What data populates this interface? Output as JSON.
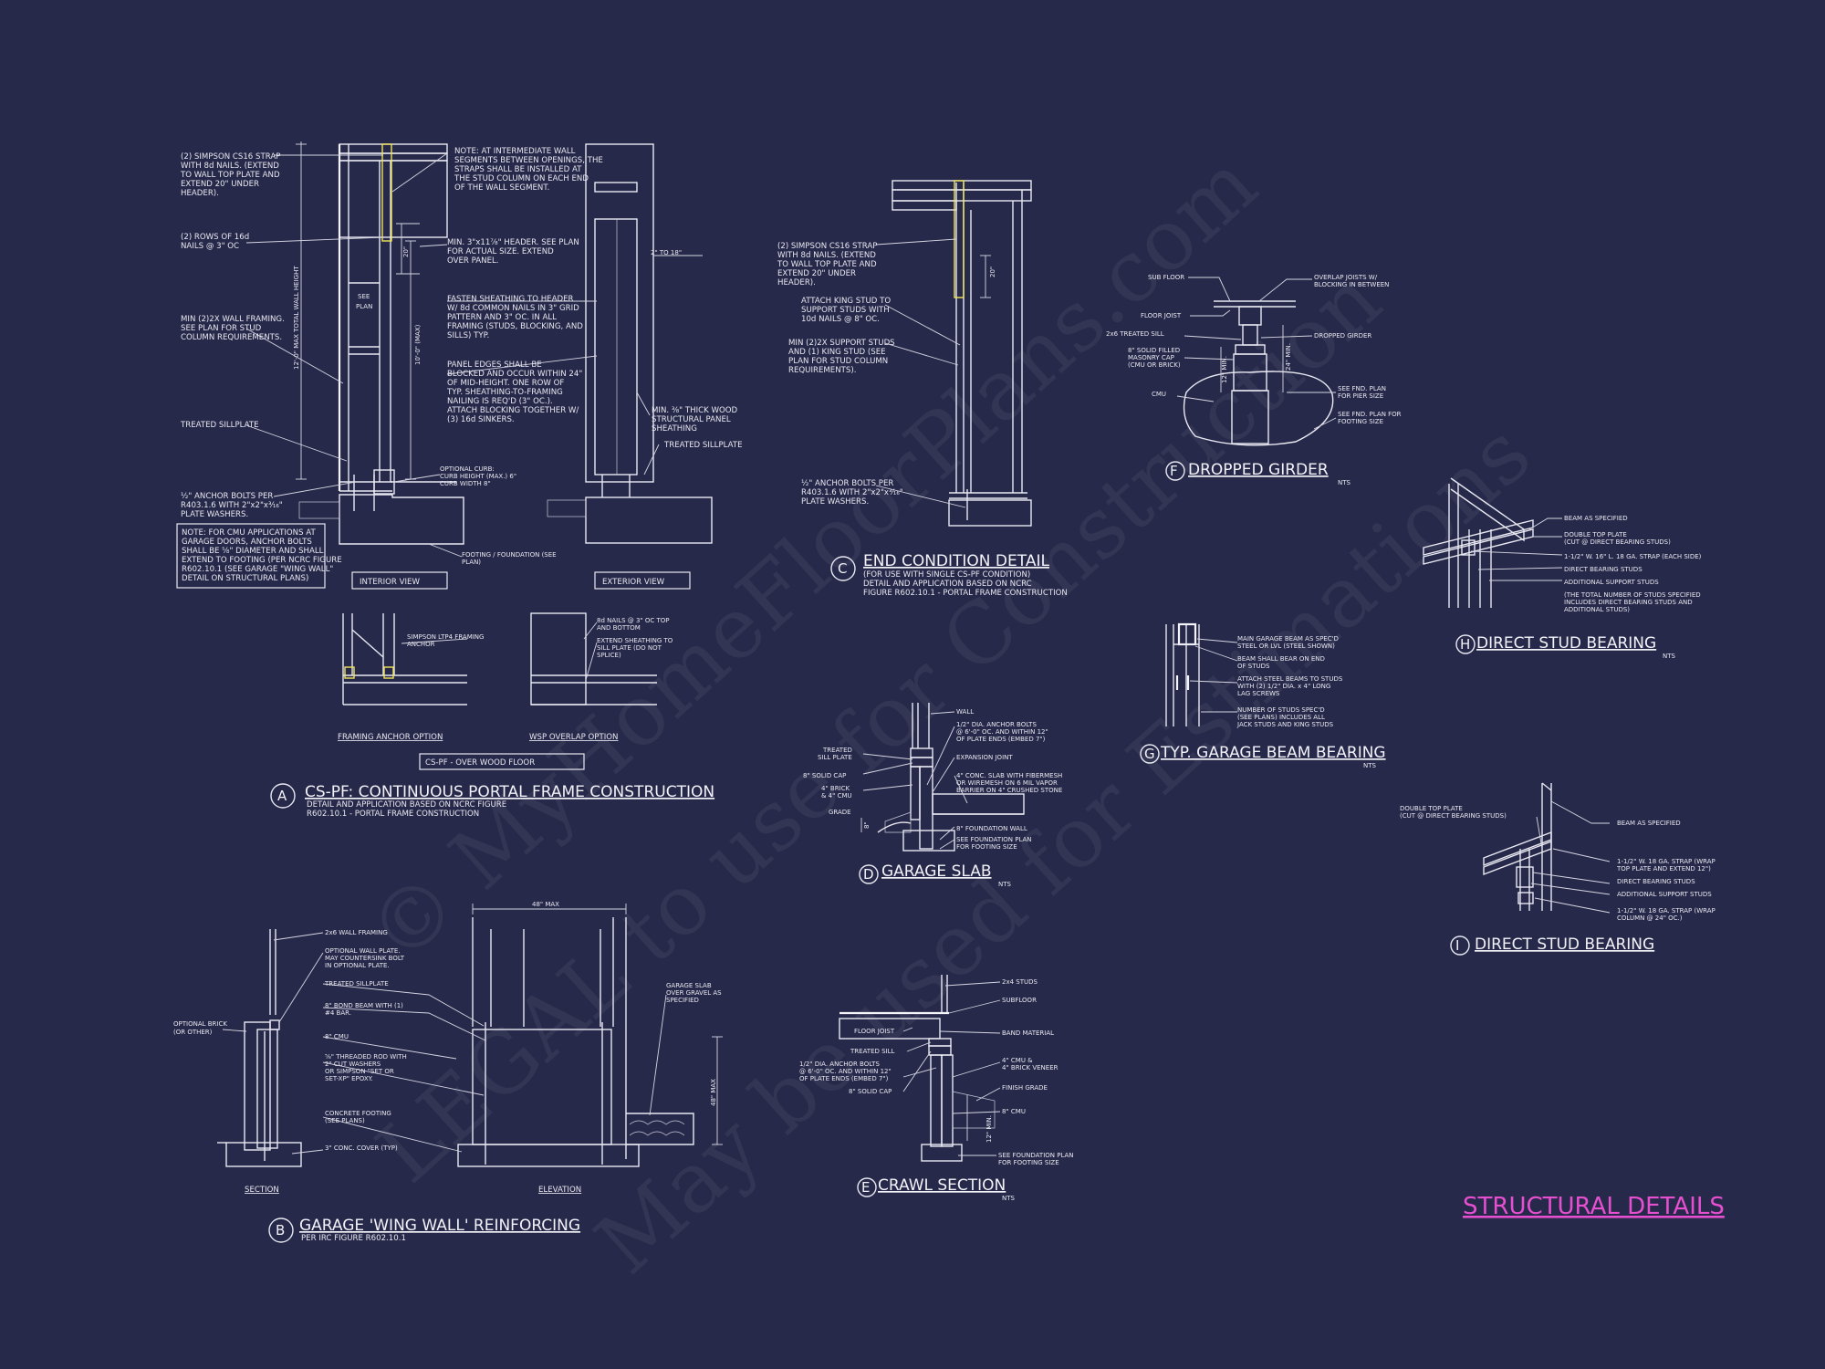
{
  "watermark": {
    "line1": "© MyHomeFloorPlans.com",
    "line2": "LEGAL to use for Construction",
    "line3": "May be used for Estimations"
  },
  "sheet_title": "STRUCTURAL DETAILS",
  "colors": {
    "background": "#27294a",
    "linework": "#e9e9f2",
    "highlight": "#f0e45a",
    "sheet_title": "#e64fd0"
  },
  "detail_a": {
    "letter": "A",
    "title": "CS-PF: CONTINUOUS PORTAL FRAME CONSTRUCTION",
    "sub1": "DETAIL AND APPLICATION BASED ON NCRC FIGURE",
    "sub2": "R602.10.1 - PORTAL FRAME CONSTRUCTION",
    "box_label": "CS-PF - OVER WOOD FLOOR",
    "interior_view": "INTERIOR VIEW",
    "exterior_view": "EXTERIOR VIEW",
    "framing_anchor_option": "FRAMING ANCHOR OPTION",
    "wsp_overlap_option": "WSP OVERLAP OPTION",
    "see_plan": [
      "SEE",
      "PLAN"
    ],
    "dim_total": "12'-0\" MAX TOTAL WALL HEIGHT",
    "dim_10": "10'-0\" (MAX)",
    "dim_20": "20\"",
    "dim_2to18": "2\" TO 18\"",
    "notes_left": [
      [
        "(2) SIMPSON CS16 STRAP",
        "WITH 8d NAILS. (EXTEND",
        "TO WALL TOP PLATE AND",
        "EXTEND 20\" UNDER",
        "HEADER)."
      ],
      [
        "(2) ROWS OF 16d",
        "NAILS @ 3\" OC"
      ],
      [
        "MIN (2)2X WALL FRAMING.",
        "SEE PLAN FOR STUD",
        "COLUMN REQUIREMENTS."
      ],
      [
        "TREATED SILLPLATE"
      ],
      [
        "½\" ANCHOR BOLTS PER",
        "R403.1.6 WITH 2\"x2\"x³⁄₁₆\"",
        "PLATE WASHERS."
      ]
    ],
    "note_box": [
      "NOTE: FOR CMU APPLICATIONS AT",
      "GARAGE DOORS, ANCHOR BOLTS",
      "SHALL BE ⅝\" DIAMETER AND SHALL",
      "EXTEND TO FOOTING (PER NCRC FIGURE",
      "R602.10.1 (SEE GARAGE \"WING WALL\"",
      "DETAIL ON STRUCTURAL PLANS)"
    ],
    "notes_mid": [
      [
        "NOTE: AT INTERMEDIATE WALL",
        "SEGMENTS BETWEEN OPENINGS, THE",
        "STRAPS SHALL BE INSTALLED AT",
        "THE STUD COLUMN ON EACH END",
        "OF THE WALL SEGMENT."
      ],
      [
        "MIN. 3\"x11⅞\" HEADER. SEE PLAN",
        "FOR ACTUAL SIZE. EXTEND",
        "OVER PANEL."
      ],
      [
        "FASTEN SHEATHING TO HEADER",
        "W/ 8d COMMON NAILS IN 3\" GRID",
        "PATTERN AND 3\" OC. IN ALL",
        "FRAMING (STUDS, BLOCKING, AND",
        "SILLS) TYP."
      ],
      [
        "PANEL EDGES SHALL BE",
        "BLOCKED AND OCCUR WITHIN 24\"",
        "OF MID-HEIGHT. ONE ROW OF",
        "TYP. SHEATHING-TO-FRAMING",
        "NAILING IS REQ'D (3\" OC.).",
        "ATTACH BLOCKING TOGETHER W/",
        "(3) 16d SINKERS."
      ],
      [
        "OPTIONAL CURB:",
        "CURB HEIGHT (MAX.) 6\"",
        "CURB WIDTH 8\""
      ],
      [
        "FOOTING / FOUNDATION (SEE",
        "PLAN)"
      ]
    ],
    "notes_right": [
      [
        "MIN. ⅜\" THICK WOOD",
        "STRUCTURAL PANEL",
        "SHEATHING"
      ],
      [
        "TREATED SILLPLATE"
      ]
    ],
    "anchor_note": [
      "SIMPSON LTP4 FRAMING",
      "ANCHOR"
    ],
    "overlap_notes": [
      [
        "8d NAILS @ 3\" OC TOP",
        "AND BOTTOM"
      ],
      [
        "EXTEND SHEATHING TO",
        "SILL PLATE (DO NOT",
        "SPLICE)"
      ]
    ]
  },
  "detail_b": {
    "letter": "B",
    "title": "GARAGE 'WING WALL' REINFORCING",
    "sub": "PER IRC FIGURE R602.10.1",
    "section_label": "SECTION",
    "elevation_label": "ELEVATION",
    "dim_48": "48\" MAX",
    "dim_48v": "48\" MAX",
    "optional_brick": [
      "OPTIONAL BRICK",
      "(OR OTHER)"
    ],
    "notes": [
      [
        "2x6 WALL FRAMING"
      ],
      [
        "OPTIONAL WALL PLATE.",
        "MAY COUNTERSINK BOLT",
        "IN OPTIONAL PLATE."
      ],
      [
        "TREATED SILLPLATE"
      ],
      [
        "8\" BOND BEAM WITH (1)",
        "#4 BAR."
      ],
      [
        "8\" CMU"
      ],
      [
        "⅝\" THREADED ROD WITH",
        "2\" CUT WASHERS",
        "OR SIMPSON \"SET OR",
        "SET-XP\" EPOXY."
      ],
      [
        "CONCRETE FOOTING",
        "(SEE PLANS)"
      ],
      [
        "3\" CONC. COVER (TYP)"
      ]
    ],
    "garage_slab": [
      "GARAGE SLAB",
      "OVER GRAVEL AS",
      "SPECIFIED"
    ]
  },
  "detail_c": {
    "letter": "C",
    "title": "END CONDITION DETAIL",
    "sub": [
      "(FOR USE WITH SINGLE CS-PF CONDITION)",
      "DETAIL AND APPLICATION BASED ON NCRC",
      "FIGURE R602.10.1 - PORTAL FRAME CONSTRUCTION"
    ],
    "dim_20": "20\"",
    "notes": [
      [
        "(2) SIMPSON CS16 STRAP",
        "WITH 8d NAILS. (EXTEND",
        "TO WALL TOP PLATE AND",
        "EXTEND 20\" UNDER",
        "HEADER)."
      ],
      [
        "ATTACH KING STUD TO",
        "SUPPORT STUDS WITH",
        "10d NAILS @ 8\" OC."
      ],
      [
        "MIN (2)2X SUPPORT STUDS",
        "AND (1) KING STUD (SEE",
        "PLAN FOR STUD COLUMN",
        "REQUIREMENTS)."
      ],
      [
        "½\" ANCHOR BOLTS PER",
        "R403.1.6 WITH 2\"x2\"x³⁄₁₆\"",
        "PLATE WASHERS."
      ]
    ]
  },
  "detail_d": {
    "letter": "D",
    "title": "GARAGE SLAB",
    "nts": "NTS",
    "left_notes": [
      [
        "TREATED",
        "SILL PLATE"
      ],
      [
        "8\" SOLID CAP"
      ],
      [
        "4\" BRICK",
        "& 4\" CMU"
      ],
      [
        "GRADE"
      ]
    ],
    "dim_8": "8\"",
    "notes": [
      [
        "WALL"
      ],
      [
        "1/2\" DIA. ANCHOR BOLTS",
        "@ 6'-0\" OC. AND WITHIN 12\"",
        "OF PLATE ENDS (EMBED 7\")"
      ],
      [
        "EXPANSION JOINT"
      ],
      [
        "4\" CONC. SLAB WITH FIBERMESH",
        "OR WIREMESH ON 6 MIL VAPOR",
        "BARRIER ON 4\" CRUSHED STONE"
      ],
      [
        "8\" FOUNDATION WALL"
      ],
      [
        "SEE FOUNDATION PLAN",
        "FOR FOOTING SIZE"
      ]
    ]
  },
  "detail_e": {
    "letter": "E",
    "title": "CRAWL SECTION",
    "nts": "NTS",
    "left_notes": [
      [
        "FLOOR JOIST"
      ],
      [
        "TREATED SILL"
      ],
      [
        "1/2\" DIA. ANCHOR BOLTS",
        "@ 6'-0\" OC. AND WITHIN 12\"",
        "OF PLATE ENDS (EMBED 7\")"
      ],
      [
        "8\" SOLID CAP"
      ]
    ],
    "dim_12": "12\" MIN.",
    "notes": [
      [
        "2x4 STUDS"
      ],
      [
        "SUBFLOOR"
      ],
      [
        "BAND MATERIAL"
      ],
      [
        "4\" CMU &",
        "4\" BRICK VENEER"
      ],
      [
        "FINISH GRADE"
      ],
      [
        "8\" CMU"
      ],
      [
        "SEE FOUNDATION PLAN",
        "FOR FOOTING SIZE"
      ]
    ]
  },
  "detail_f": {
    "letter": "F",
    "title": "DROPPED GIRDER",
    "nts": "NTS",
    "dim_12": "12\" MIN.",
    "dim_24": "24\" MIN.",
    "left_notes": [
      [
        "SUB FLOOR"
      ],
      [
        "FLOOR JOIST"
      ],
      [
        "2x6 TREATED SILL"
      ],
      [
        "8\" SOLID FILLED",
        "MASONRY CAP",
        "(CMU OR BRICK)"
      ],
      [
        "CMU"
      ]
    ],
    "right_notes": [
      [
        "OVERLAP JOISTS W/",
        "BLOCKING IN BETWEEN"
      ],
      [
        "DROPPED GIRDER"
      ],
      [
        "SEE FND. PLAN",
        "FOR PIER SIZE"
      ],
      [
        "SEE FND. PLAN FOR",
        "FOOTING SIZE"
      ]
    ]
  },
  "detail_g": {
    "letter": "G",
    "title": "TYP. GARAGE BEAM BEARING",
    "nts": "NTS",
    "notes": [
      [
        "MAIN GARAGE BEAM AS SPEC'D",
        "STEEL OR LVL (STEEL SHOWN)"
      ],
      [
        "BEAM SHALL BEAR ON END",
        "OF STUDS"
      ],
      [
        "ATTACH STEEL BEAMS TO STUDS",
        "WITH (2) 1/2\" DIA. x 4\" LONG",
        "LAG SCREWS"
      ],
      [
        "NUMBER OF STUDS SPEC'D",
        "(SEE PLANS) INCLUDES ALL",
        "JACK STUDS AND KING STUDS"
      ]
    ]
  },
  "detail_h": {
    "letter": "H",
    "title": "DIRECT STUD BEARING",
    "nts": "NTS",
    "notes": [
      [
        "BEAM AS SPECIFIED"
      ],
      [
        "DOUBLE TOP PLATE",
        "(CUT @ DIRECT BEARING STUDS)"
      ],
      [
        "1-1/2\" W. 16\" L. 18 GA. STRAP (EACH SIDE)"
      ],
      [
        "DIRECT BEARING STUDS"
      ],
      [
        "ADDITIONAL SUPPORT STUDS"
      ],
      [
        "(THE TOTAL NUMBER OF STUDS SPECIFIED",
        "INCLUDES DIRECT BEARING STUDS AND",
        "ADDITIONAL STUDS)"
      ]
    ]
  },
  "detail_i": {
    "letter": "I",
    "title": "DIRECT STUD BEARING",
    "left_note": [
      "DOUBLE TOP PLATE",
      "(CUT @ DIRECT BEARING STUDS)"
    ],
    "notes": [
      [
        "BEAM AS SPECIFIED"
      ],
      [
        "1-1/2\" W. 18 GA. STRAP (WRAP",
        "TOP PLATE AND EXTEND 12\")"
      ],
      [
        "DIRECT BEARING STUDS"
      ],
      [
        "ADDITIONAL SUPPORT STUDS"
      ],
      [
        "1-1/2\" W. 18 GA. STRAP (WRAP",
        "COLUMN @ 24\" OC.)"
      ]
    ]
  }
}
